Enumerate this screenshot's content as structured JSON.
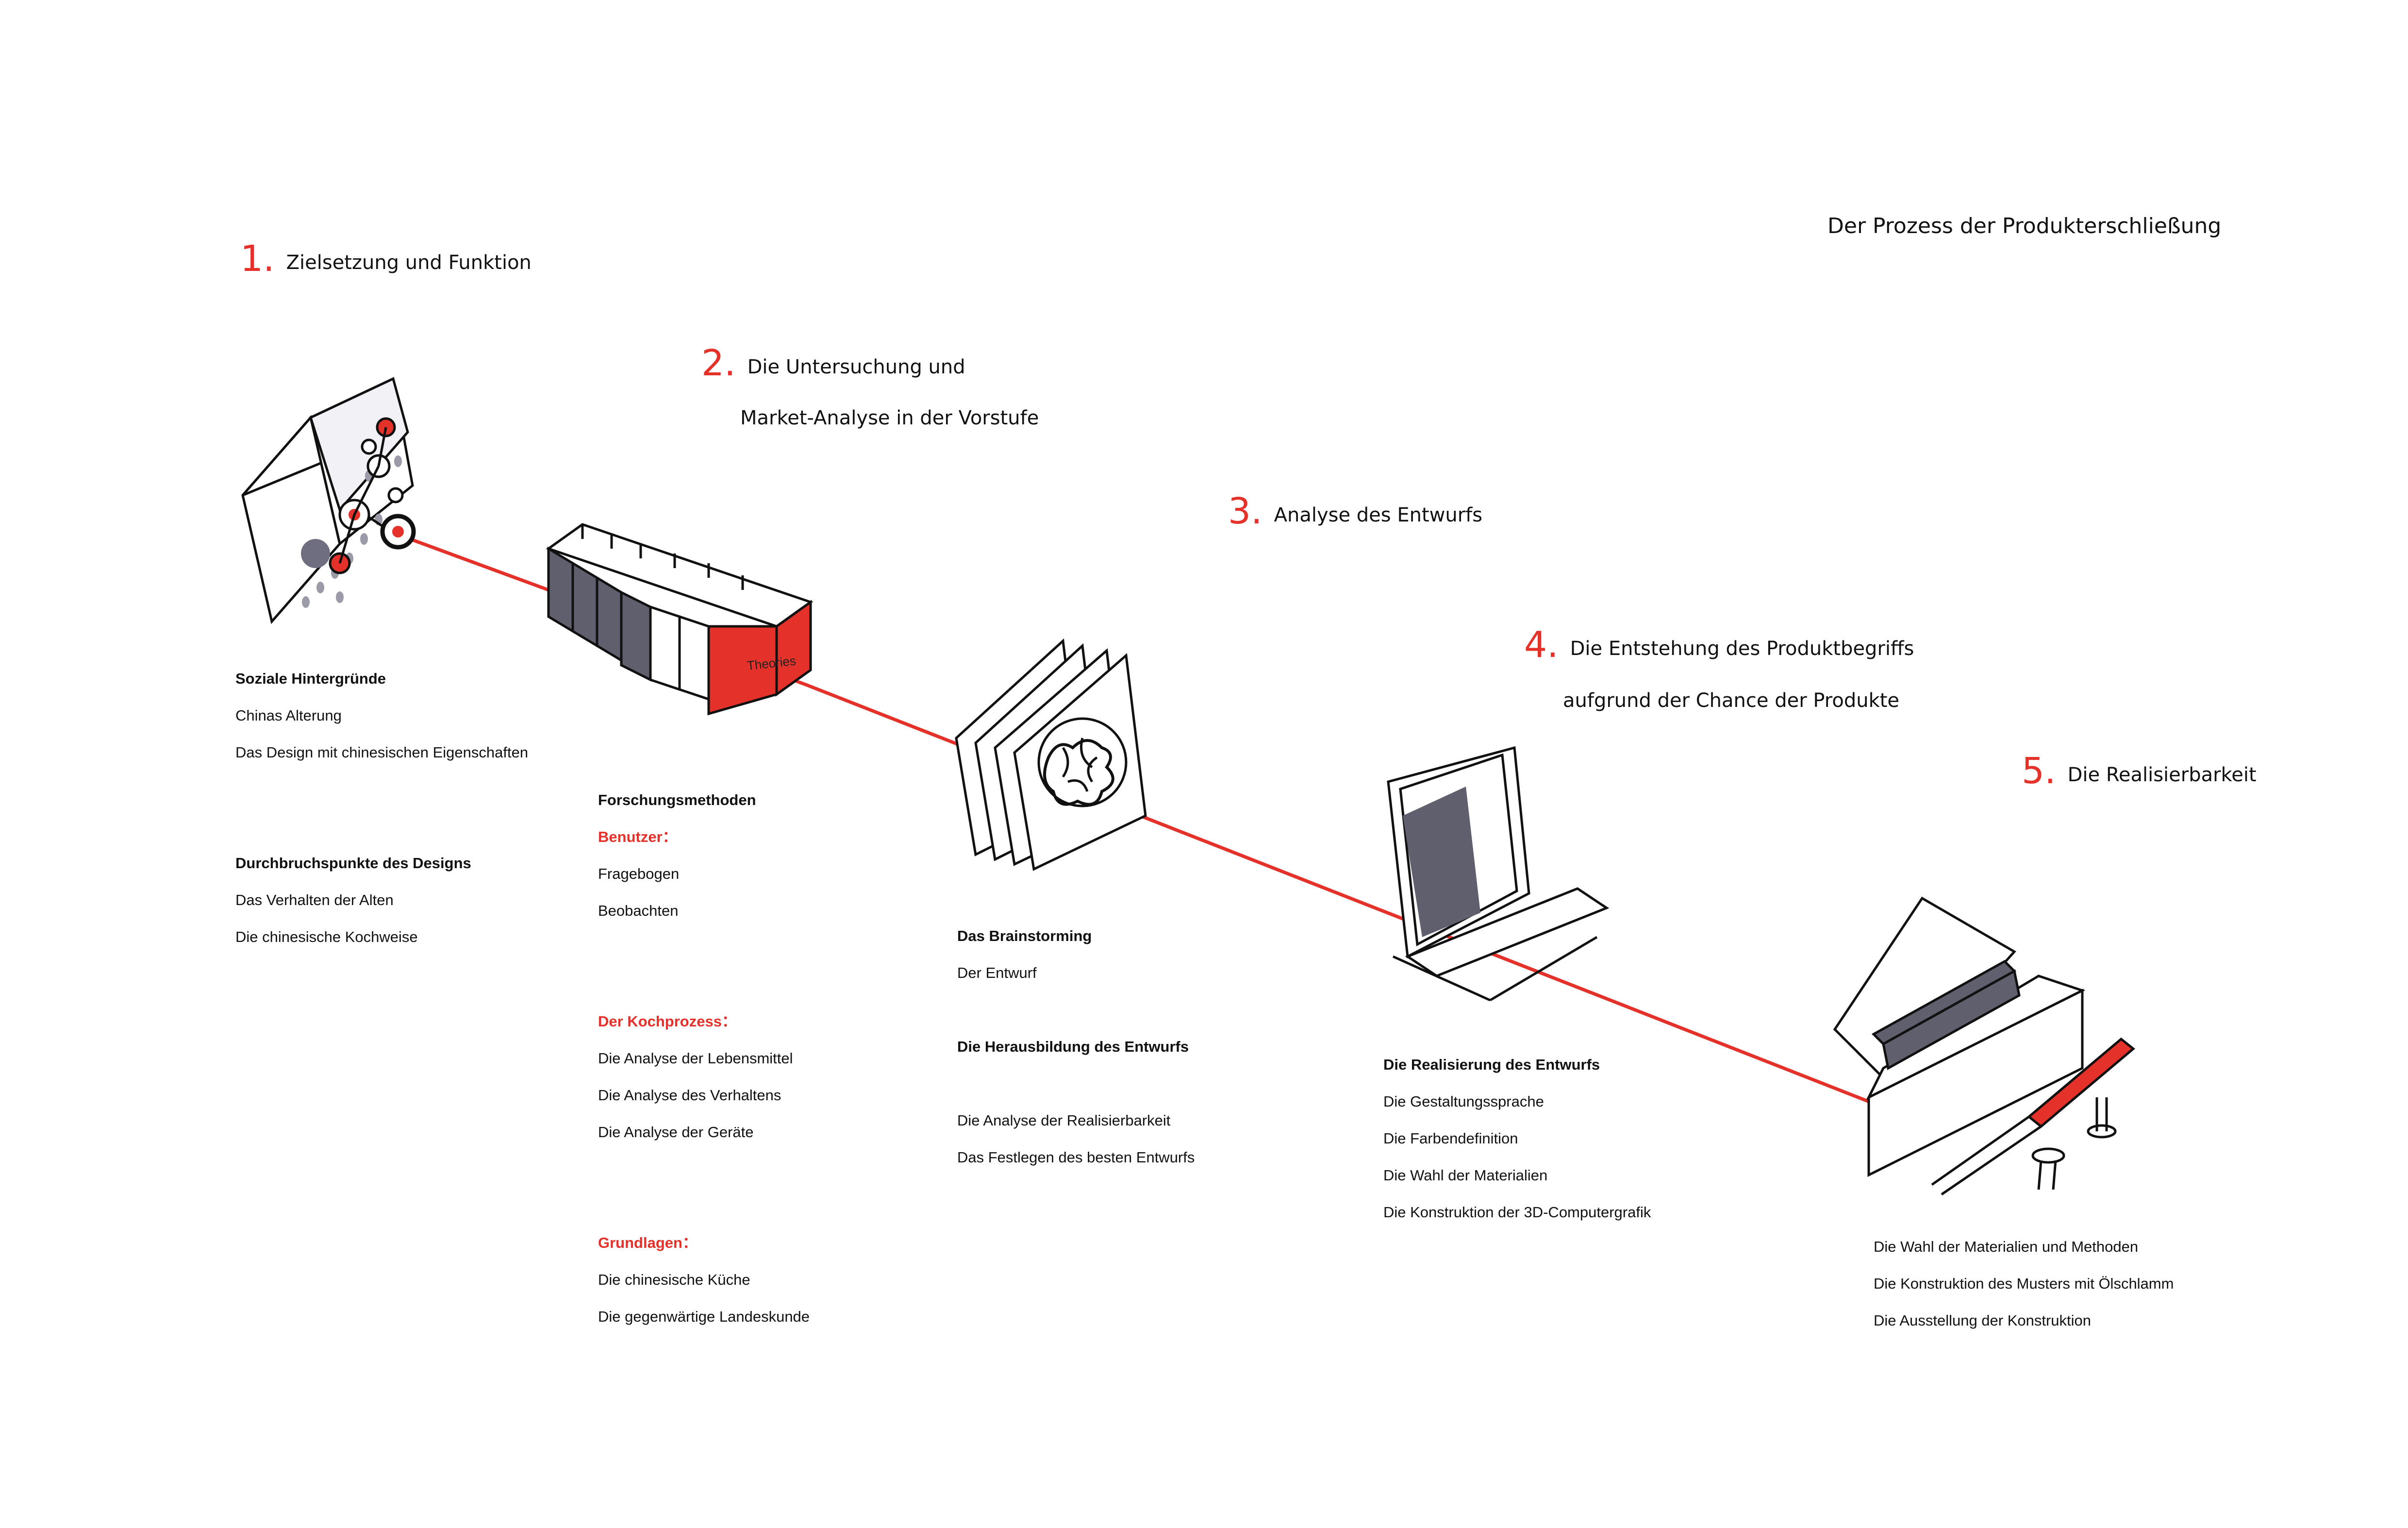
{
  "title": "Der Prozess der Produkterschließung",
  "colors": {
    "accent": "#e4322b",
    "dark_gray": "#5f5f6e",
    "line": "#111111"
  },
  "steps": [
    {
      "number": "1.",
      "title": "Zielsetzung und Funktion"
    },
    {
      "number": "2.",
      "title": "Die Untersuchung und",
      "line2": "Market-Analyse in der Vorstufe"
    },
    {
      "number": "3.",
      "title": "Analyse des Entwurfs"
    },
    {
      "number": "4.",
      "title": "Die Entstehung des Produktbegriffs",
      "line2": "aufgrund der Chance der Produkte"
    },
    {
      "number": "5.",
      "title": "Die Realisierbarkeit"
    }
  ],
  "lists": {
    "col1": [
      {
        "text": "Soziale Hintergründe",
        "style": "bold"
      },
      {
        "text": "Chinas Alterung",
        "style": "normal"
      },
      {
        "text": "Das Design mit chinesischen Eigenschaften",
        "style": "normal"
      },
      {
        "text": "",
        "style": "spacer"
      },
      {
        "text": "",
        "style": "spacer"
      },
      {
        "text": "Durchbruchspunkte des Designs",
        "style": "bold"
      },
      {
        "text": "Das Verhalten der Alten",
        "style": "normal"
      },
      {
        "text": "Die chinesische Kochweise",
        "style": "normal"
      }
    ],
    "col2": [
      {
        "text": "Forschungsmethoden",
        "style": "bold"
      },
      {
        "text": "Benutzer：",
        "style": "red"
      },
      {
        "text": "Fragebogen",
        "style": "normal"
      },
      {
        "text": "Beobachten",
        "style": "normal"
      },
      {
        "text": "",
        "style": "spacer"
      },
      {
        "text": "",
        "style": "spacer"
      },
      {
        "text": "Der Kochprozess：",
        "style": "red"
      },
      {
        "text": "Die Analyse der Lebensmittel",
        "style": "normal"
      },
      {
        "text": "Die Analyse des Verhaltens",
        "style": "normal"
      },
      {
        "text": "Die Analyse der Geräte",
        "style": "normal"
      },
      {
        "text": "",
        "style": "spacer"
      },
      {
        "text": "",
        "style": "spacer"
      },
      {
        "text": "Grundlagen：",
        "style": "red"
      },
      {
        "text": "Die chinesische Küche",
        "style": "normal"
      },
      {
        "text": "Die gegenwärtige Landeskunde",
        "style": "normal"
      }
    ],
    "col3": [
      {
        "text": "Das Brainstorming",
        "style": "bold"
      },
      {
        "text": "Der Entwurf",
        "style": "normal"
      },
      {
        "text": "",
        "style": "spacer"
      },
      {
        "text": "Die Herausbildung des Entwurfs",
        "style": "bold"
      },
      {
        "text": "",
        "style": "spacer"
      },
      {
        "text": "Die Analyse der Realisierbarkeit",
        "style": "normal"
      },
      {
        "text": "Das Festlegen des besten Entwurfs",
        "style": "normal"
      }
    ],
    "col4": [
      {
        "text": "Die Realisierung des Entwurfs",
        "style": "bold"
      },
      {
        "text": "Die Gestaltungssprache",
        "style": "normal"
      },
      {
        "text": "Die Farbendefinition",
        "style": "normal"
      },
      {
        "text": "Die Wahl der Materialien",
        "style": "normal"
      },
      {
        "text": "Die Konstruktion der 3D-Computergrafik",
        "style": "normal"
      }
    ],
    "col5": [
      {
        "text": "Die Wahl der Materialien und Methoden",
        "style": "normal"
      },
      {
        "text": "Die Konstruktion des Musters mit Ölschlamm",
        "style": "normal"
      },
      {
        "text": "Die Ausstellung der Konstruktion",
        "style": "normal"
      }
    ]
  },
  "illustrations": {
    "cube_label": "",
    "binder_label": "Theories"
  }
}
